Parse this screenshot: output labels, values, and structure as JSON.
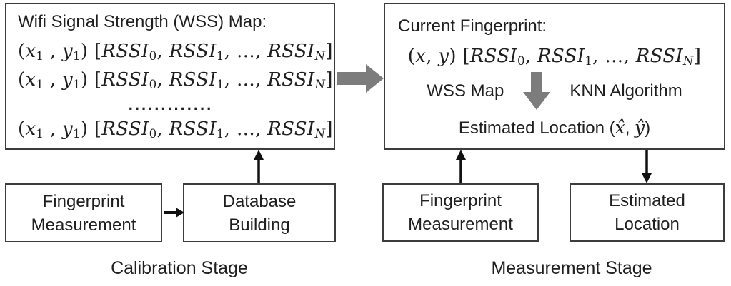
{
  "figure": {
    "calibration": {
      "map_box": {
        "title": "Wifi Signal Strength (WSS) Map:",
        "dots": "............."
      },
      "fingerprint_box": {
        "line1": "Fingerprint",
        "line2": "Measurement"
      },
      "database_box": {
        "line1": "Database",
        "line2": "Building"
      },
      "caption": "Calibration Stage"
    },
    "measurement": {
      "fingerprint_title": "Current Fingerprint:",
      "wss_map_label": "WSS Map",
      "knn_label": "KNN Algorithm",
      "estimated_prefix": "Estimated Location (",
      "estimated_xhat": "x̂",
      "estimated_comma": ", ",
      "estimated_yhat": "ŷ",
      "estimated_suffix": ")",
      "fingerprint_box": {
        "line1": "Fingerprint",
        "line2": "Measurement"
      },
      "estimated_box": {
        "line1": "Estimated",
        "line2": "Location"
      },
      "caption": "Measurement Stage"
    },
    "math": {
      "lparen": "(",
      "x": "x",
      "sub1": "1",
      "cal_comma": " , ",
      "y": "y",
      "meas_comma": ", ",
      "close_open": ") [",
      "rssi": "RSSI",
      "sub0": "0",
      "comma": ", ",
      "dots_comma": ", …, ",
      "subN": "N",
      "rbracket": "]"
    },
    "colors": {
      "text": "#1f1f1f",
      "box_border": "#3c3c3c",
      "gray_arrow": "#7c7c7c",
      "black_arrow": "#111111"
    }
  }
}
